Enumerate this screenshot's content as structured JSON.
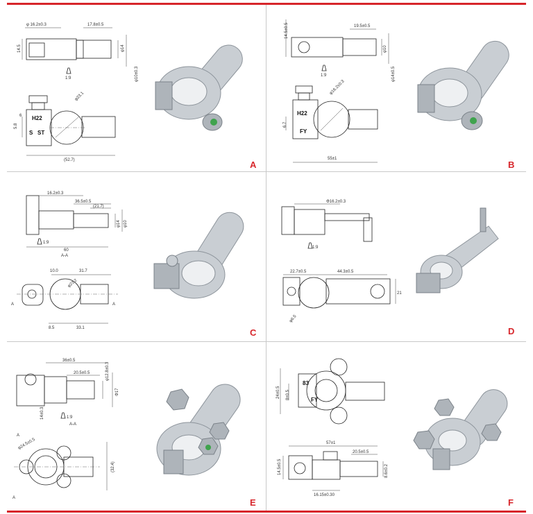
{
  "colors": {
    "accent": "#d7262b",
    "metal": "#c9ced3",
    "metal_dark": "#8d949b",
    "nut_green": "#3fa34d"
  },
  "panels": [
    {
      "id": "A",
      "letter": "A",
      "dims": [
        "φ 16.2±0.3",
        "17.8±0.5",
        "14.5",
        "φ14",
        "φ10±0.3",
        "φ23.1",
        "6",
        "5.8",
        "(52.7)",
        "1:9"
      ],
      "marks": [
        "H22",
        "S",
        "ST"
      ]
    },
    {
      "id": "B",
      "letter": "B",
      "dims": [
        "14.5±0.5",
        "19.5±0.5",
        "φ10",
        "φ14±0.5",
        "φ16.2±0.3",
        "1:9",
        "55±1",
        "6.7"
      ],
      "marks": [
        "H22",
        "FY"
      ]
    },
    {
      "id": "C",
      "letter": "C",
      "dims": [
        "16.2±0.3",
        "36.5±0.5",
        "(21.7)",
        "φ14",
        "φ10",
        "1:9",
        "60",
        "A-A",
        "10.0",
        "31.7",
        "φ23.2",
        "8.5",
        "33.1",
        "A",
        "A"
      ],
      "marks": []
    },
    {
      "id": "D",
      "letter": "D",
      "dims": [
        "Φ16.2±0.3",
        "1:9",
        "22.7±0.5",
        "44.3±0.5",
        "φ6.5",
        "21"
      ],
      "marks": []
    },
    {
      "id": "E",
      "letter": "E",
      "dims": [
        "36±0.5",
        "20.5±0.5",
        "φ12.8±0.3",
        "Φ17",
        "1:9",
        "14±0.3",
        "A-A",
        "φ24.5±0.5",
        "A",
        "A",
        "(32.4)"
      ],
      "marks": []
    },
    {
      "id": "F",
      "letter": "F",
      "dims": [
        "24±0.5",
        "8±0.5",
        "57±1",
        "20.5±0.5",
        "14.5±0.5",
        "16.15±0.30",
        "8.6±0.2"
      ],
      "marks": [
        "83",
        "FY"
      ]
    }
  ]
}
